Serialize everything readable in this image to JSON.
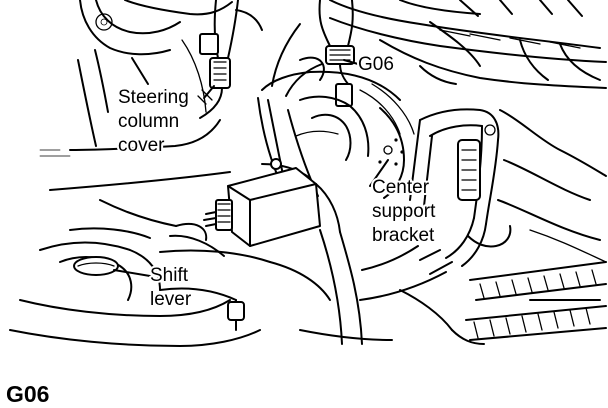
{
  "figure": {
    "caption": "G06"
  },
  "labels": {
    "connector": "G06",
    "steering_column_cover": [
      "Steering",
      "column",
      "cover"
    ],
    "center_support_bracket": [
      "Center",
      "support",
      "bracket"
    ],
    "shift_lever": [
      "Shift",
      "lever"
    ]
  },
  "colors": {
    "ink": "#000000",
    "paper": "#ffffff"
  }
}
